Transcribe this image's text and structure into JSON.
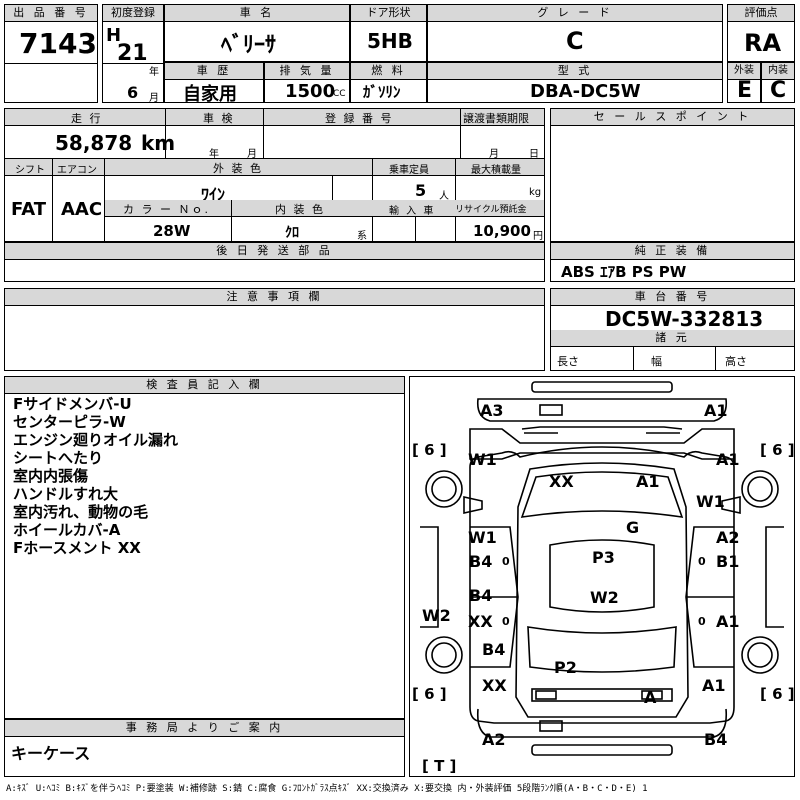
{
  "header": {
    "lot_no_label": "出 品 番 号",
    "lot_no": "7143",
    "first_reg_label": "初度登録",
    "era": "H",
    "year": "21",
    "year_unit": "年",
    "month": "6",
    "month_unit": "月",
    "car_name_label": "車 名",
    "car_name": "ﾍﾞﾘｰｻ",
    "door_label": "ドア形状",
    "door": "5HB",
    "grade_label": "グ レ ー ド",
    "grade": "C",
    "score_label": "評価点",
    "score": "RA",
    "history_label": "車 歴",
    "history": "自家用",
    "displacement_label": "排 気 量",
    "displacement": "1500",
    "displacement_unit": "CC",
    "fuel_label": "燃 料",
    "fuel": "ｶﾞｿﾘﾝ",
    "model_label": "型 式",
    "model": "DBA-DC5W",
    "exterior_label": "外装",
    "exterior": "E",
    "interior_label": "内装",
    "interior": "C"
  },
  "details": {
    "mileage_label": "走 行",
    "mileage": "58,878",
    "mileage_unit": "km",
    "inspection_label": "車 検",
    "inspection_year_unit": "年",
    "inspection_month_unit": "月",
    "reg_no_label": "登 録 番 号",
    "transfer_label": "譲渡書類期限",
    "transfer_month_unit": "月",
    "transfer_day_unit": "日",
    "shift_label": "シフト",
    "shift": "FAT",
    "ac_label": "エアコン",
    "ac": "AAC",
    "color_label": "外 装 色",
    "color": "ﾜｲﾝ",
    "capacity_label": "乗車定員",
    "capacity": "5",
    "capacity_unit": "人",
    "load_label": "最大積載量",
    "load_unit": "kg",
    "color_no_label": "カ ラ ー Ｎｏ.",
    "color_no": "28W",
    "int_color_label": "内 装 色",
    "int_color": "ｸﾛ",
    "int_color_suffix": "系",
    "import_label": "輸 入 車",
    "recycle_label": "リサイクル預託金",
    "recycle": "10,900",
    "recycle_unit": "円",
    "later_parts_label": "後 日 発 送 部 品",
    "notes_label": "注 意 事 項 欄"
  },
  "side": {
    "sales_point_label": "セ ー ル ス ポ イ ン ト",
    "equipment_label": "純 正 装 備",
    "equipment": "ABS ｴｱB PS PW",
    "chassis_label": "車 台 番 号",
    "chassis": "DC5W-332813",
    "specs_label": "諸 元",
    "length_label": "長さ",
    "width_label": "幅",
    "height_label": "高さ"
  },
  "inspector": {
    "label": "検 査 員 記 入 欄",
    "notes": [
      "Fサイドメンバ-U",
      "センターピラ-W",
      "エンジン廻りオイル漏れ",
      "シートへたり",
      "室内内張傷",
      "ハンドルすれ大",
      "室内汚れ、動物の毛",
      "ホイールカバ-A",
      "Fホースメント XX"
    ]
  },
  "office": {
    "label": "事 務 局 よ り ご 案 内",
    "text": "キーケース"
  },
  "diagram": {
    "marks": [
      "A3",
      "A1",
      "W1",
      "A1",
      "XX",
      "A1",
      "W1",
      "G",
      "W1",
      "A2",
      "B4",
      "B1",
      "P3",
      "B4",
      "W2",
      "W2",
      "XX",
      "A1",
      "B4",
      "P2",
      "XX",
      "A1",
      "A",
      "A2",
      "B4"
    ],
    "tyre_labels": [
      "[ 6 ]",
      "[ 6 ]",
      "[ 6 ]",
      "[ 6 ]"
    ],
    "trunk_label": "[ T ]",
    "zero_labels": [
      "0",
      "0",
      "0",
      "0"
    ]
  },
  "legend": "A:ｷｽﾞ U:ﾍｺﾐ B:ｷｽﾞを伴うﾍｺﾐ P:要塗装 W:補修跡 S:錆 C:腐食 G:ﾌﾛﾝﾄｶﾞﾗｽ点ｷｽﾞ XX:交換済み X:要交換 内・外装評価 5段階ﾗﾝｸ順(A・B・C・D・E) 1"
}
